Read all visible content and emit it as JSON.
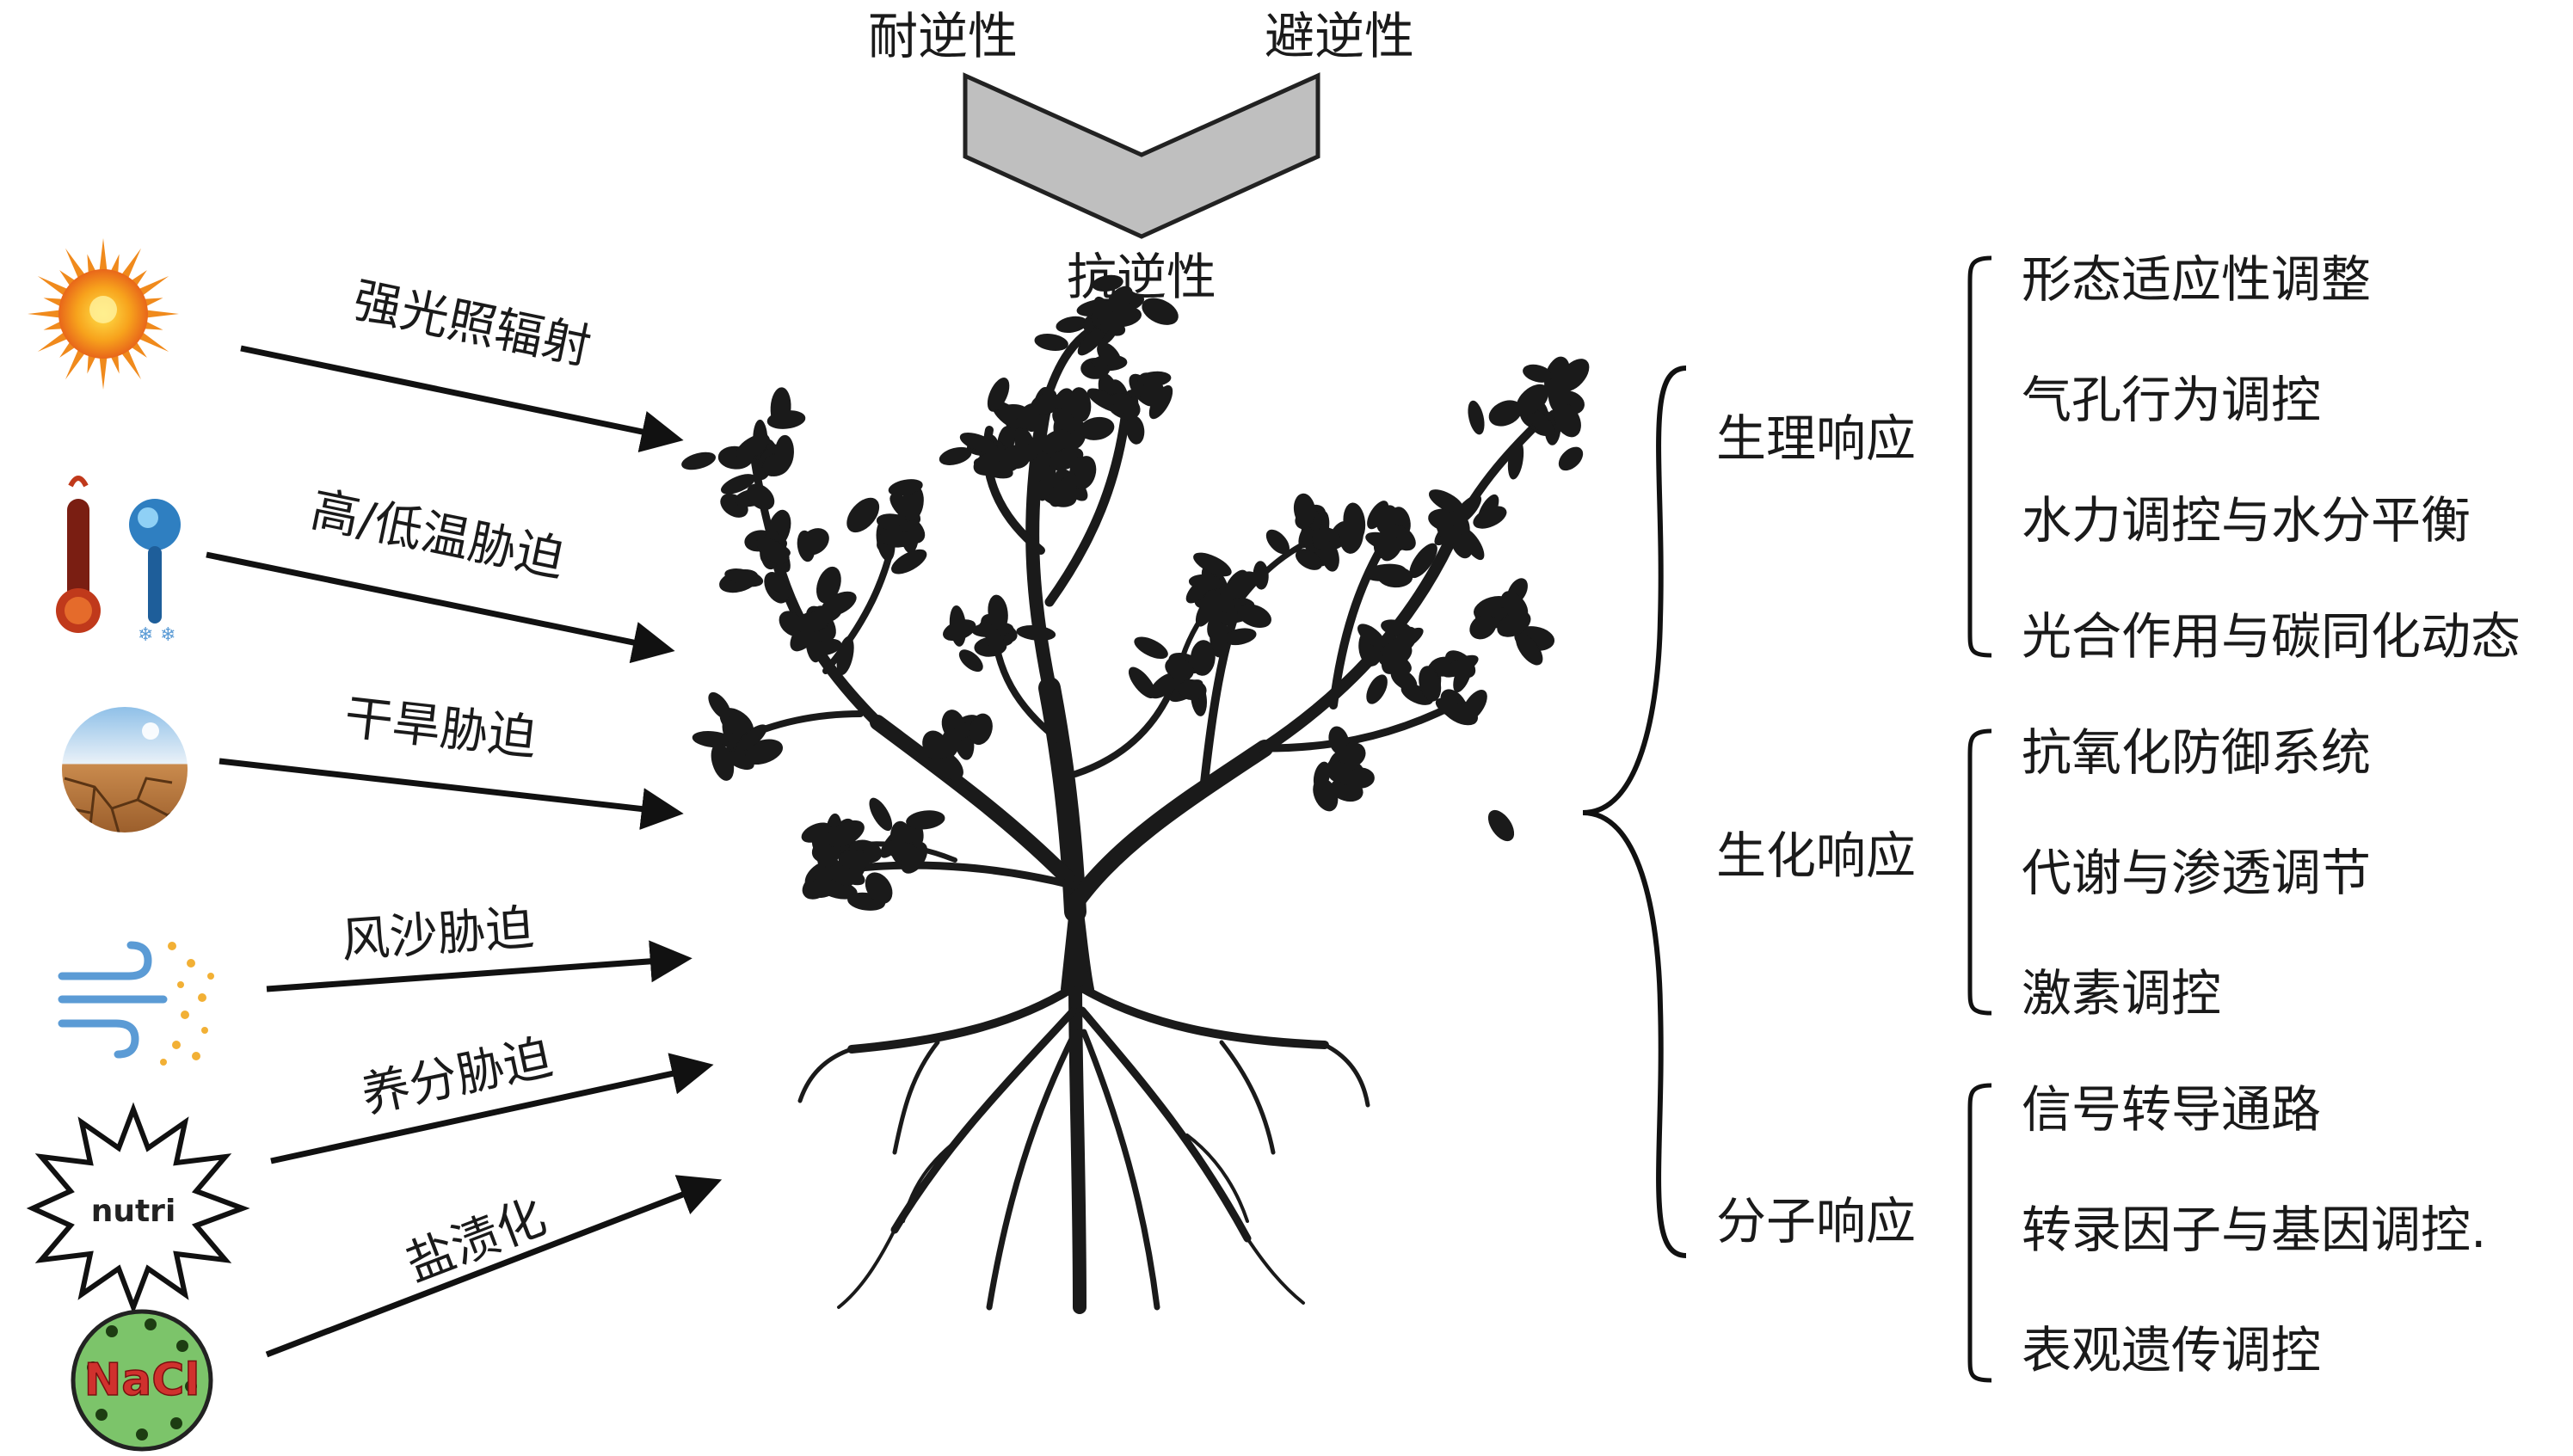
{
  "header": {
    "tolerance": "耐逆性",
    "avoidance": "避逆性",
    "resistance": "抗逆性"
  },
  "stresses": [
    {
      "label": "强光照辐射",
      "icon": "sun-icon"
    },
    {
      "label": "高/低温胁迫",
      "icon": "thermometer-icon"
    },
    {
      "label": "干旱胁迫",
      "icon": "cracked-earth-icon"
    },
    {
      "label": "风沙胁迫",
      "icon": "wind-sand-icon"
    },
    {
      "label": "养分胁迫",
      "icon": "nutrient-burst-icon"
    },
    {
      "label": "盐渍化",
      "icon": "nacl-icon"
    }
  ],
  "icons": {
    "nutrient_text": "nutri",
    "nacl_text": "NaCl"
  },
  "responses": [
    {
      "category": "生理响应",
      "items": [
        "形态适应性调整",
        "气孔行为调控",
        "水力调控与水分平衡",
        "光合作用与碳同化动态"
      ]
    },
    {
      "category": "生化响应",
      "items": [
        "抗氧化防御系统",
        "代谢与渗透调节",
        "激素调控"
      ]
    },
    {
      "category": "分子响应",
      "items": [
        "信号转导通路",
        "转录因子与基因调控.",
        "表观遗传调控"
      ]
    }
  ],
  "colors": {
    "chevron_fill": "#bfbfbf",
    "tree": "#1a1a1a",
    "sun_orange": "#f08a1c",
    "nacl_green": "#7cc46a",
    "nacl_red": "#d0312d",
    "wind_blue": "#5b9bd5",
    "sand_yellow": "#f2b035"
  }
}
